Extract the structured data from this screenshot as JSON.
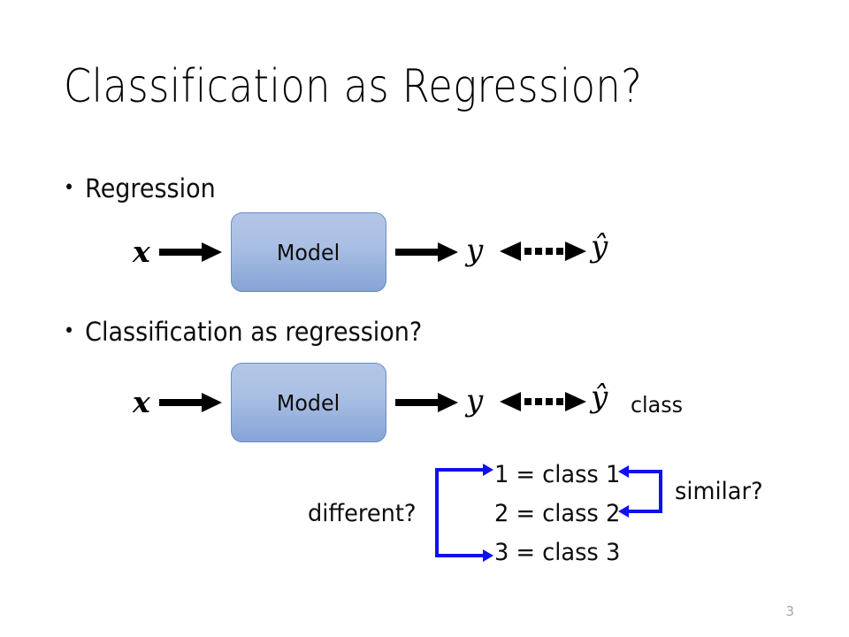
{
  "slide": {
    "title": "Classification as Regression?",
    "page_number": "3",
    "background_color": "#ffffff"
  },
  "bullets": [
    {
      "marker": "•",
      "text": "Regression"
    },
    {
      "marker": "•",
      "text": "Classification as regression?"
    }
  ],
  "diagrams": [
    {
      "id": "regression-flow",
      "input_label": "𝒙",
      "box_label": "Model",
      "output_label": "𝑦",
      "target_label": "ŷ",
      "extra_label": "",
      "box_fill_top": "#b3c6e7",
      "box_fill_bottom": "#85a4d6",
      "box_border": "#6b8dc4"
    },
    {
      "id": "classification-flow",
      "input_label": "𝒙",
      "box_label": "Model",
      "output_label": "𝑦",
      "target_label": "ŷ",
      "extra_label": "class",
      "box_fill_top": "#b3c6e7",
      "box_fill_bottom": "#85a4d6",
      "box_border": "#6b8dc4"
    }
  ],
  "class_mapping": {
    "items": [
      "1 = class 1",
      "2 = class 2",
      "3 = class 3"
    ],
    "left_annotation": "different?",
    "right_annotation": "similar?",
    "bracket_color": "#1010ee"
  }
}
